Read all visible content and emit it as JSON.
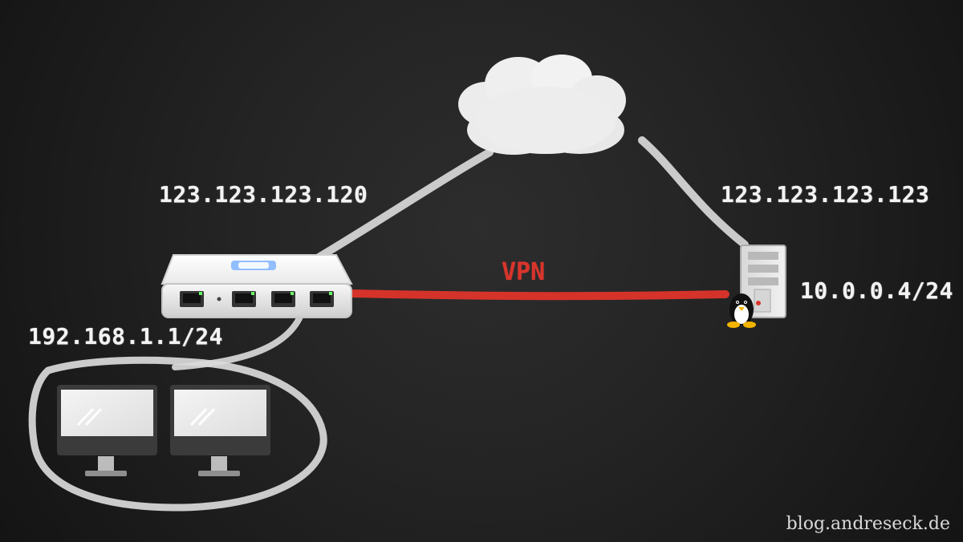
{
  "labels": {
    "left_public_ip": "123.123.123.120",
    "right_public_ip": "123.123.123.123",
    "vpn": "VPN",
    "right_private_network": "10.0.0.4/24",
    "left_private_network": "192.168.1.1/24"
  },
  "watermark": "blog.andreseck.de",
  "colors": {
    "background": "#1f1f1f",
    "chalk": "#f3f3f3",
    "vpn_line": "#d9342b"
  },
  "icons": {
    "cloud": "cloud-icon",
    "gateway": "gateway-router-icon",
    "server": "server-icon",
    "linux": "linux-penguin-icon",
    "monitor_1": "monitor-icon",
    "monitor_2": "monitor-icon"
  }
}
